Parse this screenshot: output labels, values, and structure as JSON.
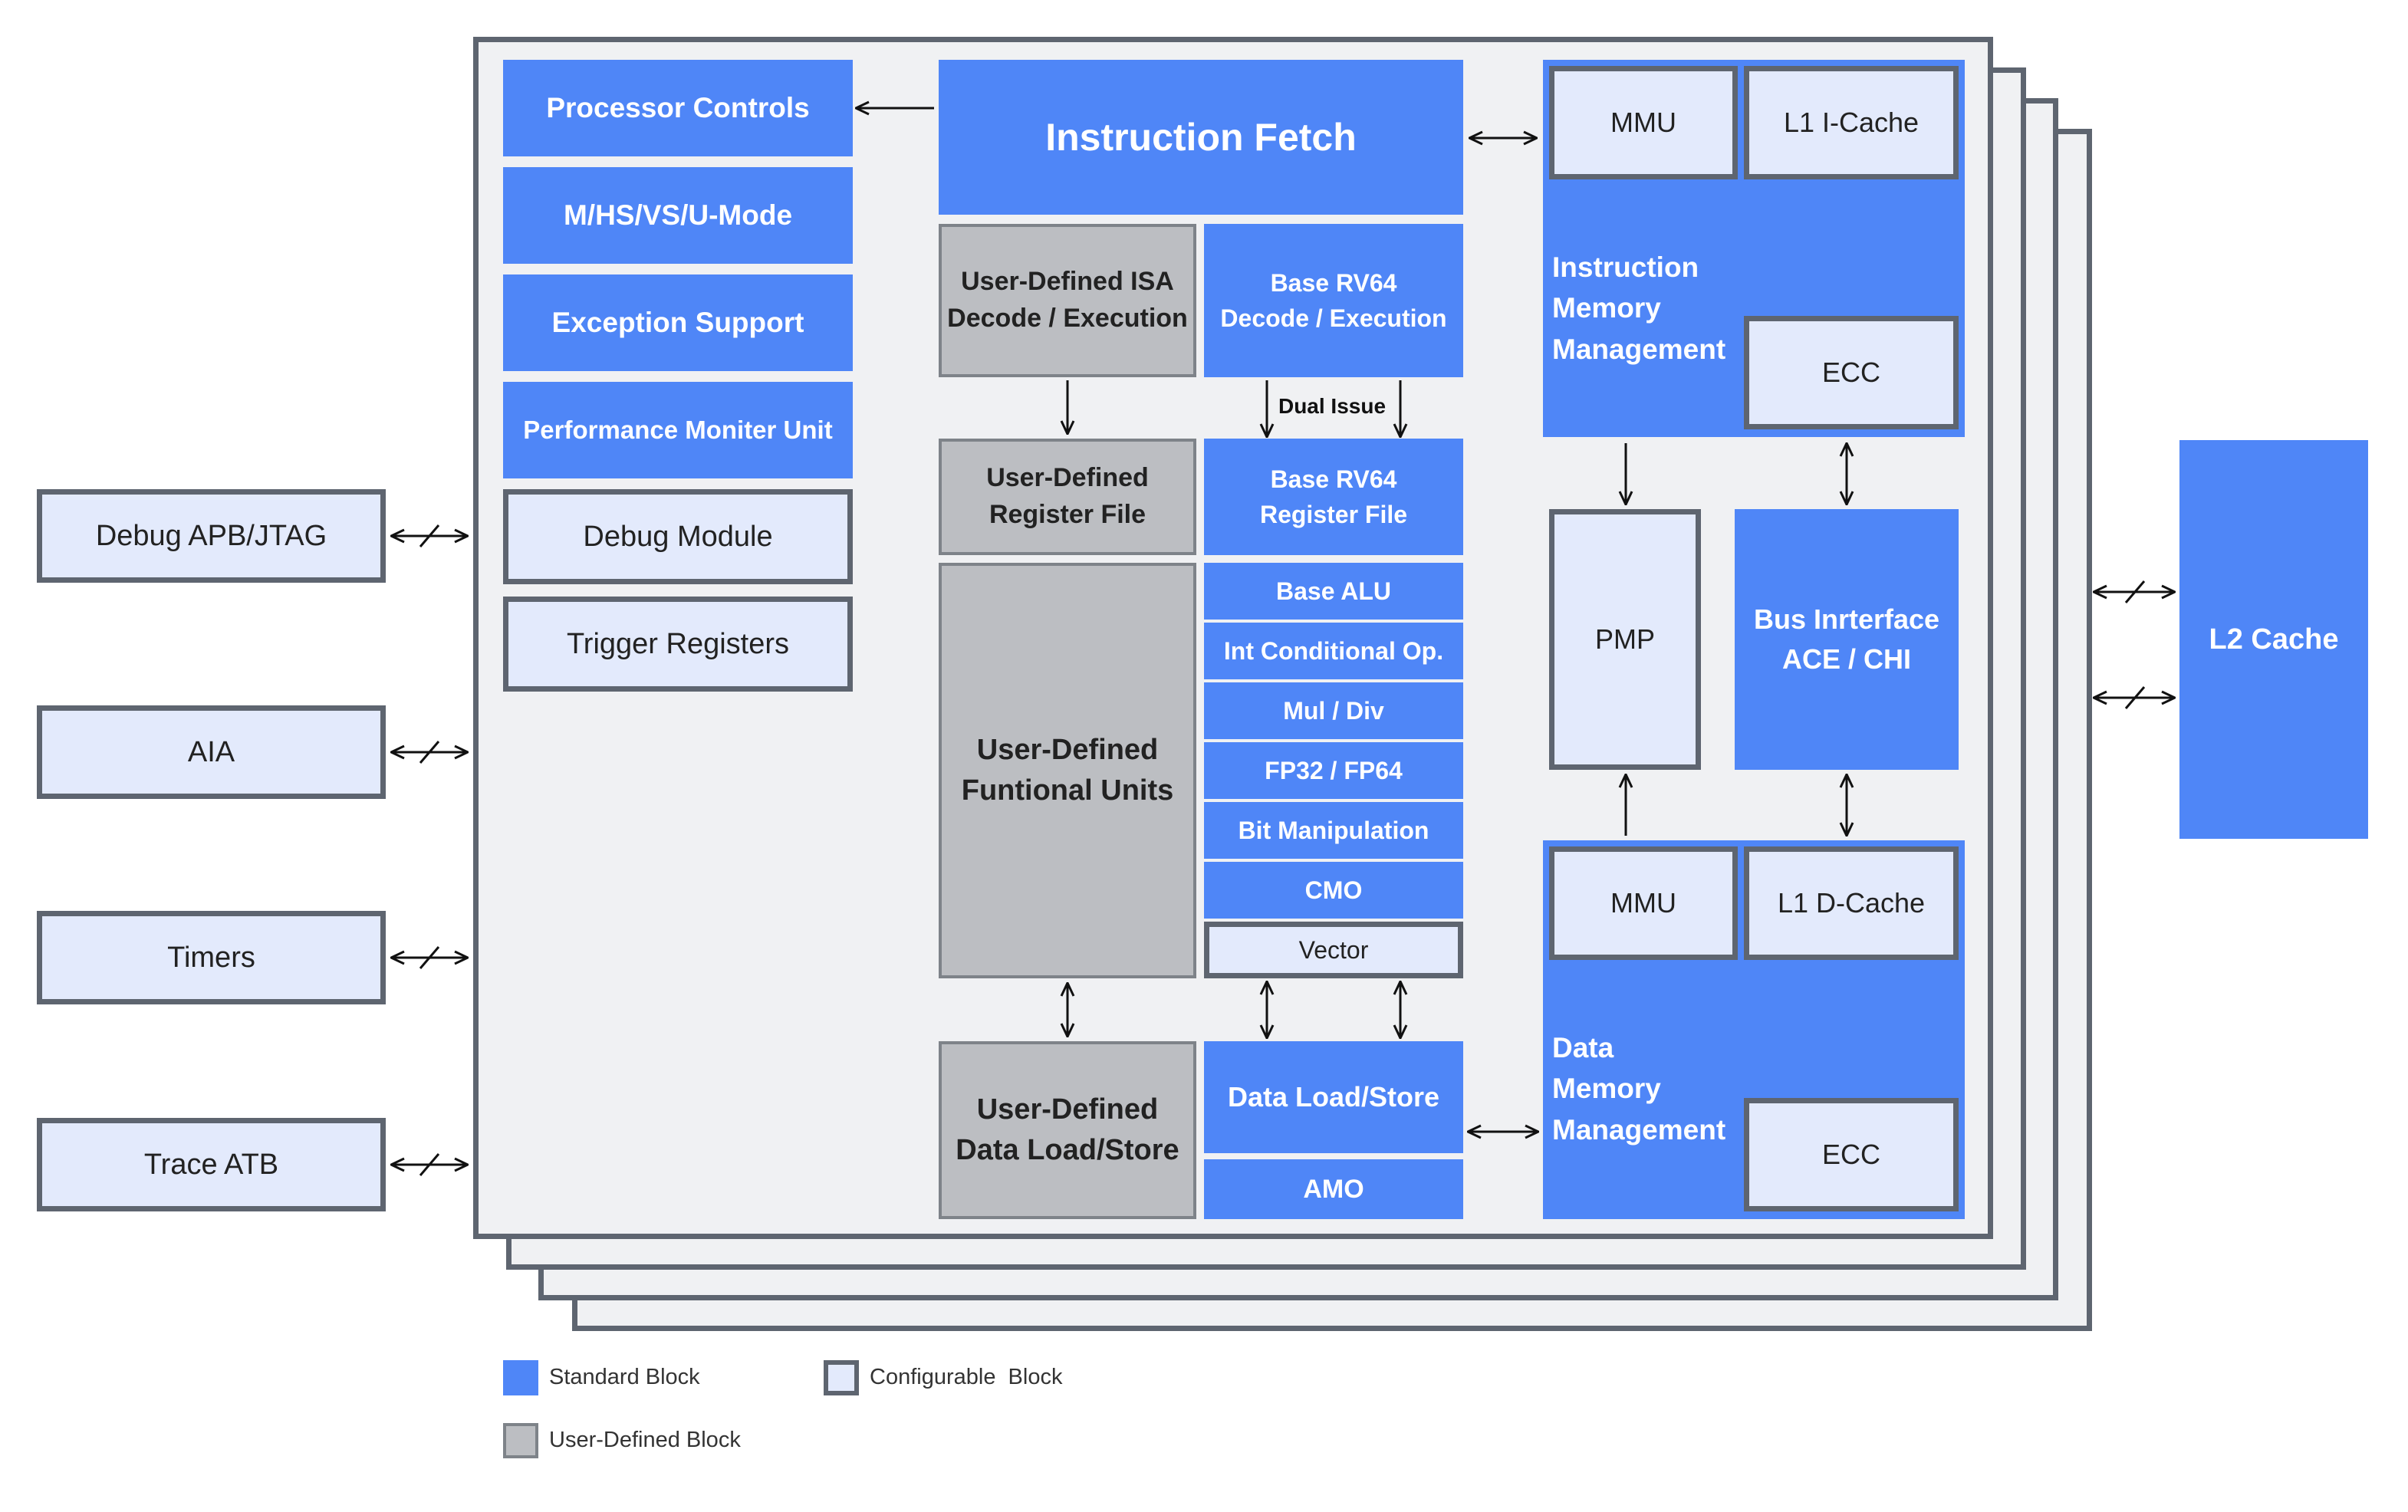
{
  "colors": {
    "standard": "#4f86f7",
    "configurable": "#e3eafc",
    "user_defined": "#bcbec2",
    "border": "#5e6570",
    "core_background": "#f0f1f3"
  },
  "external": {
    "debug_apb_jtag": "Debug APB/JTAG",
    "aia": "AIA",
    "timers": "Timers",
    "trace_atb": "Trace ATB",
    "l2_cache": "L2 Cache"
  },
  "control": {
    "processor_controls": "Processor Controls",
    "modes": "M/HS/VS/U-Mode",
    "exception_support": "Exception Support",
    "pmu": "Performance Moniter Unit",
    "debug_module": "Debug Module",
    "trigger_registers": "Trigger Registers"
  },
  "pipeline": {
    "instruction_fetch": "Instruction Fetch",
    "ud_isa_decode": "User-Defined ISA\nDecode / Execution",
    "base_decode": "Base RV64\nDecode / Execution",
    "dual_issue": "Dual Issue",
    "ud_register_file": "User-Defined\nRegister File",
    "base_register_file": "Base RV64\nRegister File",
    "ud_functional_units": "User-Defined\nFuntional Units",
    "ud_data_load_store": "User-Defined\nData Load/Store",
    "data_load_store": "Data Load/Store",
    "amo": "AMO"
  },
  "exec_units": [
    "Base ALU",
    "Int Conditional Op.",
    "Mul / Div",
    "FP32 / FP64",
    "Bit Manipulation",
    "CMO"
  ],
  "vector": "Vector",
  "memory": {
    "imem_mmu": "MMU",
    "l1_icache": "L1 I-Cache",
    "imem_label": "Instruction\nMemory\nManagement",
    "imem_ecc": "ECC",
    "pmp": "PMP",
    "bus_interface": "Bus Inrterface\nACE / CHI",
    "dmem_mmu": "MMU",
    "l1_dcache": "L1 D-Cache",
    "dmem_label": "Data\nMemory\nManagement",
    "dmem_ecc": "ECC"
  },
  "legend": {
    "standard": "Standard Block",
    "configurable": "Configurable  Block",
    "user_defined": "User-Defined Block"
  }
}
